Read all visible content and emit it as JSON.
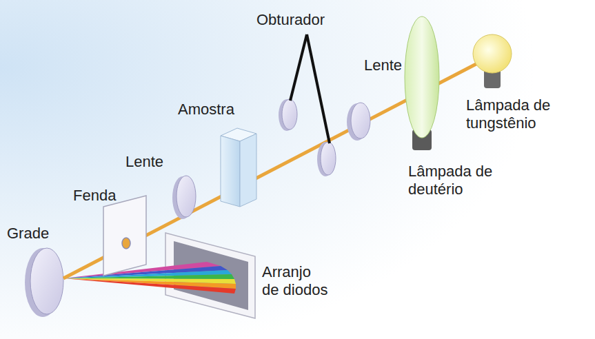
{
  "diagram": {
    "labels": [
      "Obturador",
      "Lente",
      "Amostra",
      "Lâmpada de tungstênio",
      "Lâmpada de deutério",
      "Lente",
      "Fenda",
      "Grade",
      "Arranjo de diodos"
    ]
  }
}
